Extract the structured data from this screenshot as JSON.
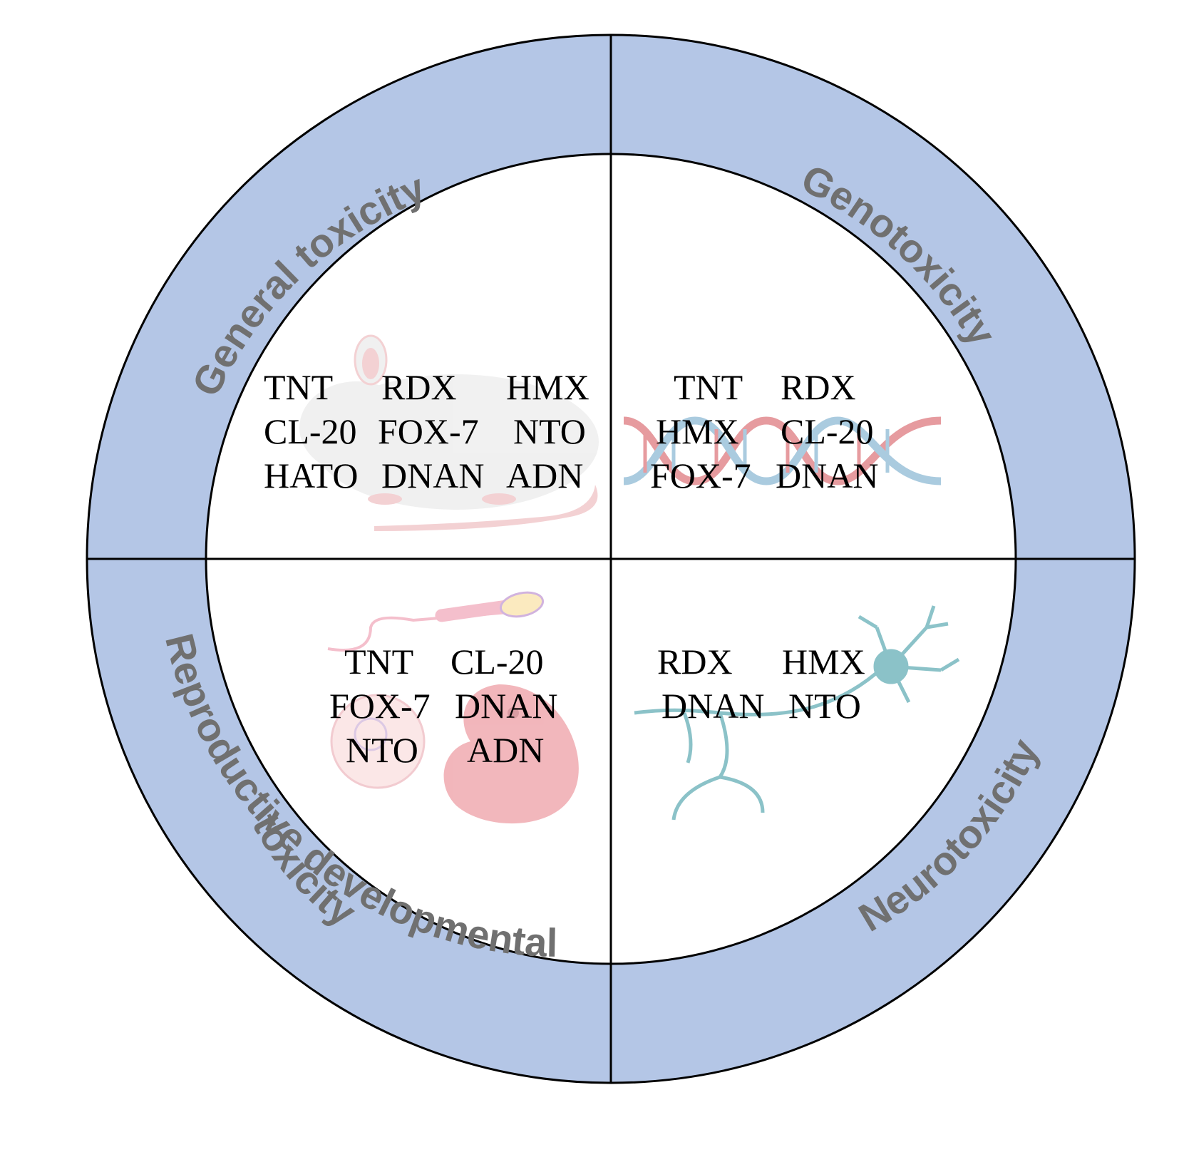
{
  "colors": {
    "ring_fill": "#b4c6e6",
    "inner_fill": "#ffffff",
    "stroke": "#000000",
    "ring_text": "#707070",
    "rat_body": "#eeeeee",
    "rat_pink": "#f2c9cc",
    "dna_red": "#e28a8f",
    "dna_blue": "#9cc2da",
    "sperm_pink": "#f3b5c4",
    "embryo": "#f0aab0",
    "neuron": "#7fbcc3"
  },
  "quadrants": {
    "general": {
      "label": "General toxicity",
      "icon": "rat-icon",
      "rows": [
        [
          "TNT",
          "RDX",
          "HMX"
        ],
        [
          "CL-20",
          "FOX-7",
          "NTO"
        ],
        [
          "HATO",
          "DNAN",
          "ADN"
        ]
      ]
    },
    "geno": {
      "label": "Genotoxicity",
      "icon": "dna-icon",
      "rows": [
        [
          "TNT",
          "RDX"
        ],
        [
          "HMX",
          "CL-20"
        ],
        [
          "FOX-7",
          "DNAN"
        ]
      ]
    },
    "repro": {
      "label_line1": "Reproductive developmental",
      "label_line2": "toxicity",
      "icon": "sperm-embryo-icon",
      "rows": [
        [
          "TNT",
          "CL-20"
        ],
        [
          "FOX-7",
          "DNAN"
        ],
        [
          "NTO",
          "ADN"
        ]
      ]
    },
    "neuro": {
      "label": "Neurotoxicity",
      "icon": "neuron-icon",
      "rows": [
        [
          "RDX",
          "HMX"
        ],
        [
          "DNAN",
          "NTO"
        ]
      ]
    }
  }
}
